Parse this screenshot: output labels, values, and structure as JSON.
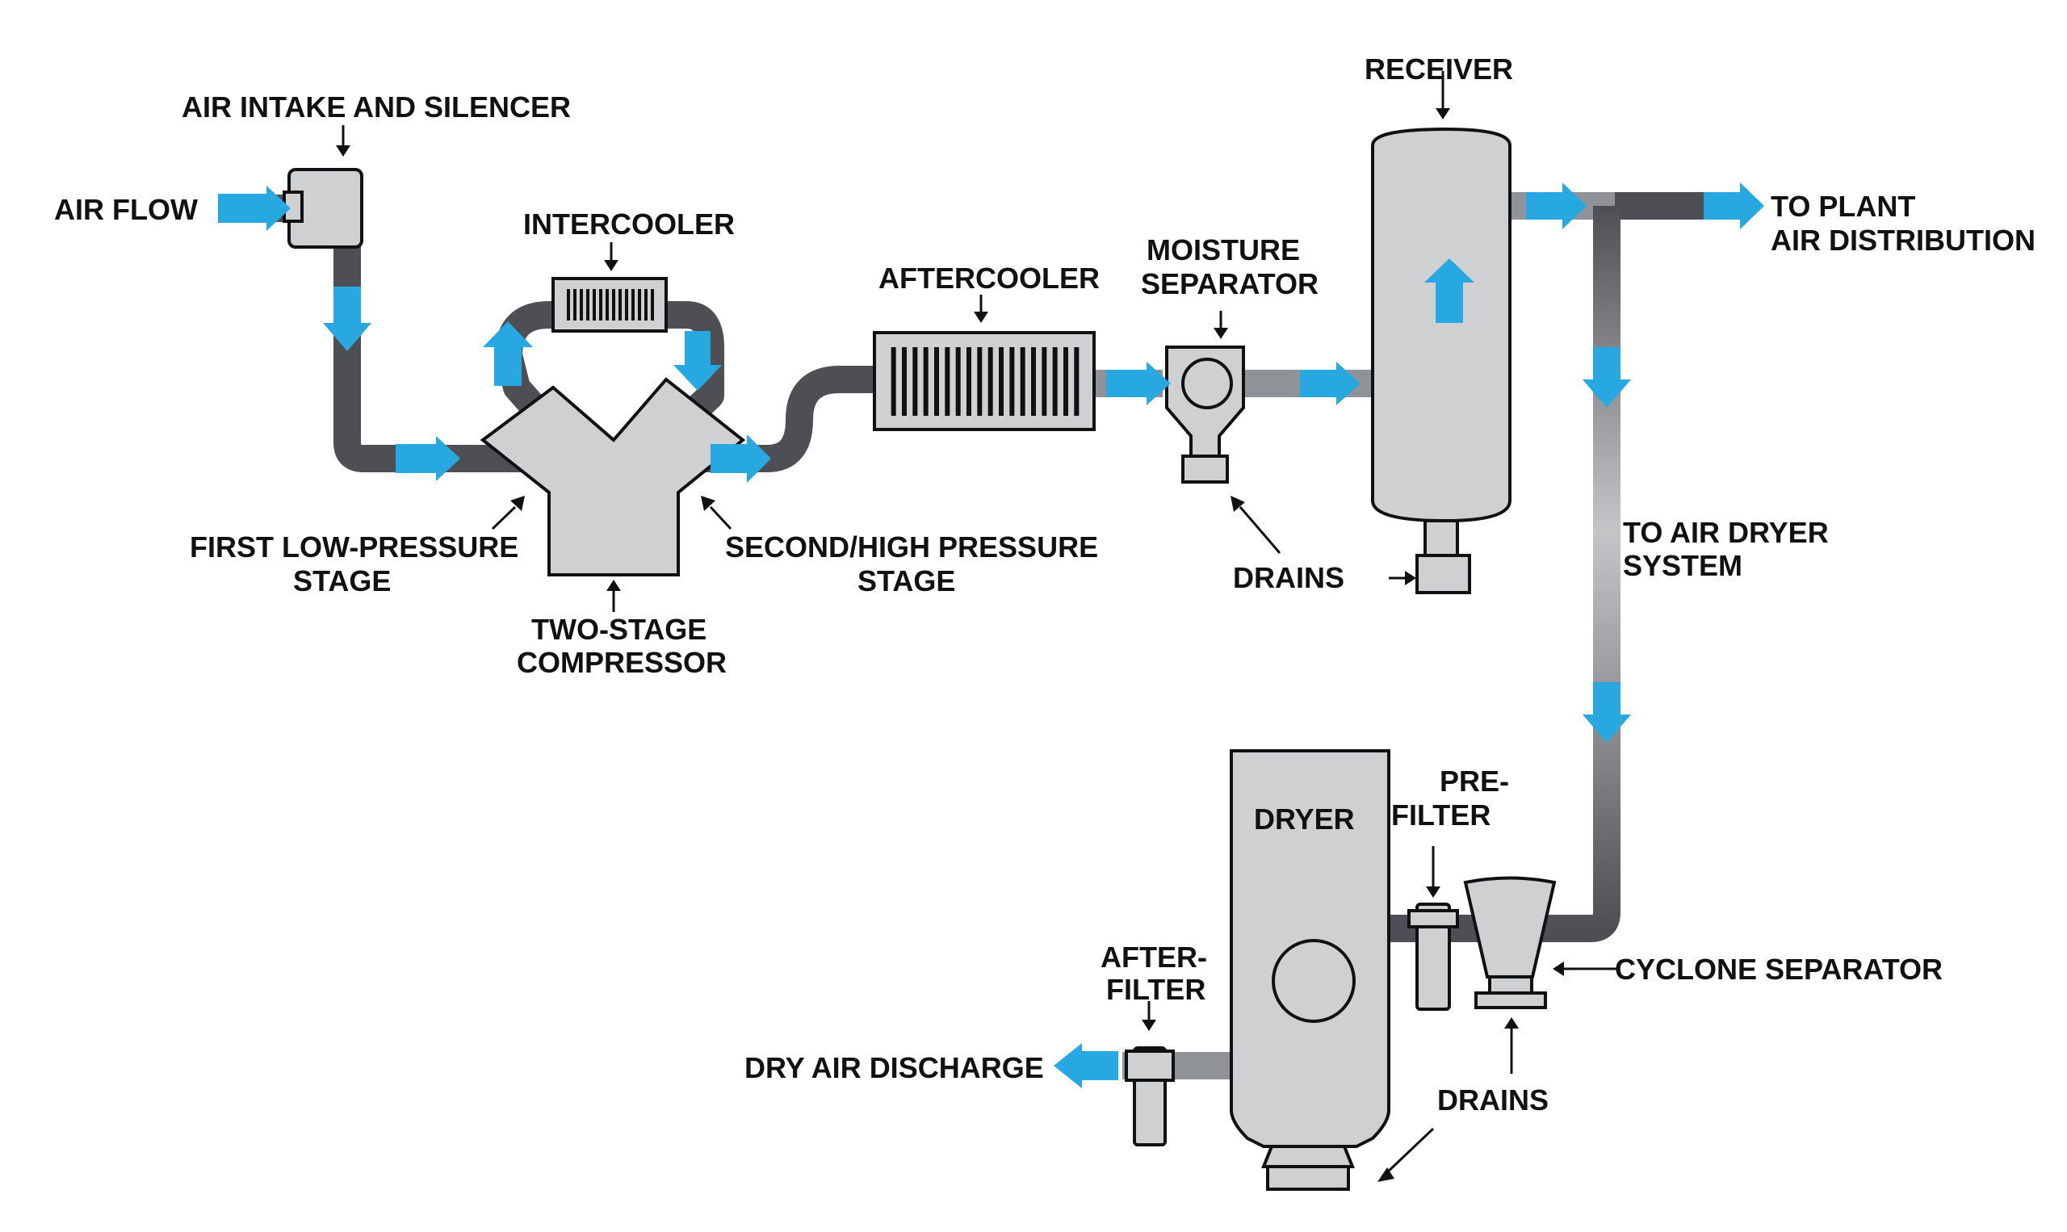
{
  "labels": {
    "air_flow": "AIR FLOW",
    "air_intake": "AIR INTAKE AND SILENCER",
    "intercooler": "INTERCOOLER",
    "aftercooler": "AFTERCOOLER",
    "moisture_1": "MOISTURE",
    "moisture_2": "SEPARATOR",
    "receiver": "RECEIVER",
    "to_plant_1": "TO PLANT",
    "to_plant_2": "AIR DISTRIBUTION",
    "first_stage_1": "FIRST LOW-PRESSURE",
    "first_stage_2": "STAGE",
    "second_stage_1": "SECOND/HIGH PRESSURE",
    "second_stage_2": "STAGE",
    "compressor_1": "TWO-STAGE",
    "compressor_2": "COMPRESSOR",
    "drains_receiver": "DRAINS",
    "to_dryer_1": "TO AIR DRYER",
    "to_dryer_2": "SYSTEM",
    "dryer": "DRYER",
    "prefilter_1": "PRE-",
    "prefilter_2": "FILTER",
    "cyclone": "CYCLONE SEPARATOR",
    "afterfilter_1": "AFTER-",
    "afterfilter_2": "FILTER",
    "dry_air": "DRY AIR DISCHARGE",
    "drains_bottom": "DRAINS"
  },
  "colors": {
    "flow_arrow": "#27a8e0",
    "pipe_dark": "#4d4f54",
    "pipe_light": "#8f9296",
    "equipment_fill": "#cfd0d2"
  }
}
